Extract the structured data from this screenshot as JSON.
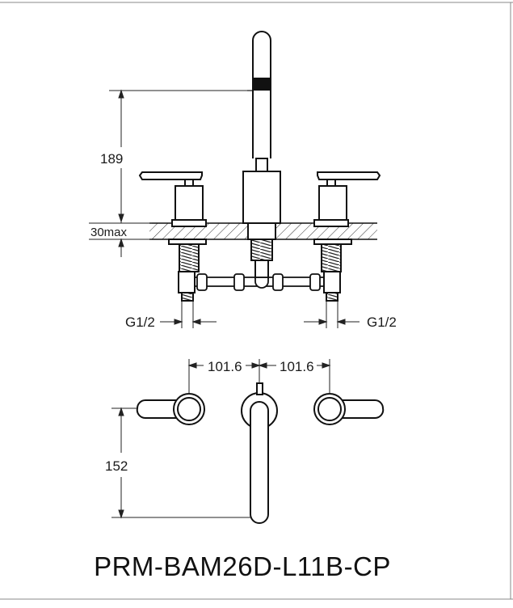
{
  "dimensions": {
    "spout_height": "189",
    "deck_thickness": "30max",
    "left_thread": "G1/2",
    "right_thread": "G1/2",
    "left_spacing": "101.6",
    "right_spacing": "101.6",
    "reach": "152"
  },
  "model_number": "PRM-BAM26D-L11B-CP"
}
